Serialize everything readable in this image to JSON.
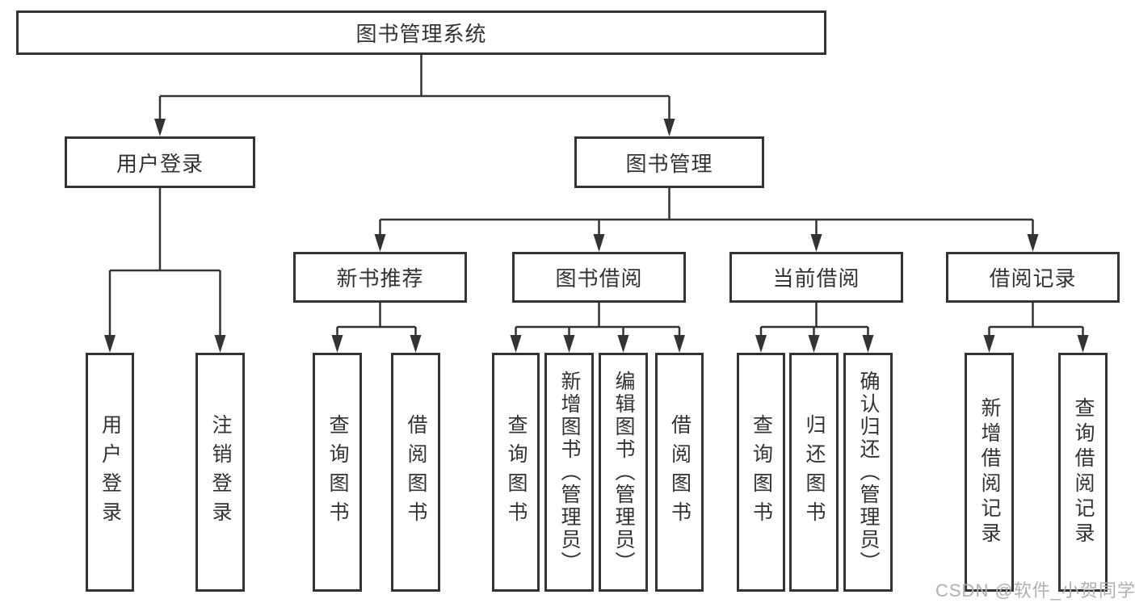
{
  "diagram_title": "图书管理系统",
  "colors": {
    "line": "#333333",
    "box_border": "#333333",
    "text": "#333333",
    "background": "#ffffff",
    "watermark_text": "#b0b0b0"
  },
  "tree": {
    "root": {
      "label": "图书管理系统"
    },
    "l2": [
      {
        "label": "用户登录"
      },
      {
        "label": "图书管理"
      }
    ],
    "l3": [
      {
        "label": "新书推荐"
      },
      {
        "label": "图书借阅"
      },
      {
        "label": "当前借阅"
      },
      {
        "label": "借阅记录"
      }
    ],
    "leaves": [
      {
        "label": "用户登录"
      },
      {
        "label": "注销登录"
      },
      {
        "label": "查询图书"
      },
      {
        "label": "借阅图书"
      },
      {
        "label": "查询图书"
      },
      {
        "label": "新增图书（管理员）"
      },
      {
        "label": "编辑图书（管理员）"
      },
      {
        "label": "借阅图书"
      },
      {
        "label": "查询图书"
      },
      {
        "label": "归还图书"
      },
      {
        "label": "确认归还（管理员）"
      },
      {
        "label": "新增借阅记录"
      },
      {
        "label": "查询借阅记录"
      }
    ],
    "hierarchy": {
      "图书管理系统": [
        "用户登录",
        "图书管理"
      ],
      "用户登录": [
        "用户登录",
        "注销登录"
      ],
      "图书管理": [
        "新书推荐",
        "图书借阅",
        "当前借阅",
        "借阅记录"
      ],
      "新书推荐": [
        "查询图书",
        "借阅图书"
      ],
      "图书借阅": [
        "查询图书",
        "新增图书（管理员）",
        "编辑图书（管理员）",
        "借阅图书"
      ],
      "当前借阅": [
        "查询图书",
        "归还图书",
        "确认归还（管理员）"
      ],
      "借阅记录": [
        "新增借阅记录",
        "查询借阅记录"
      ]
    }
  },
  "watermark": {
    "text": "CSDN @软件_小贺同学"
  }
}
